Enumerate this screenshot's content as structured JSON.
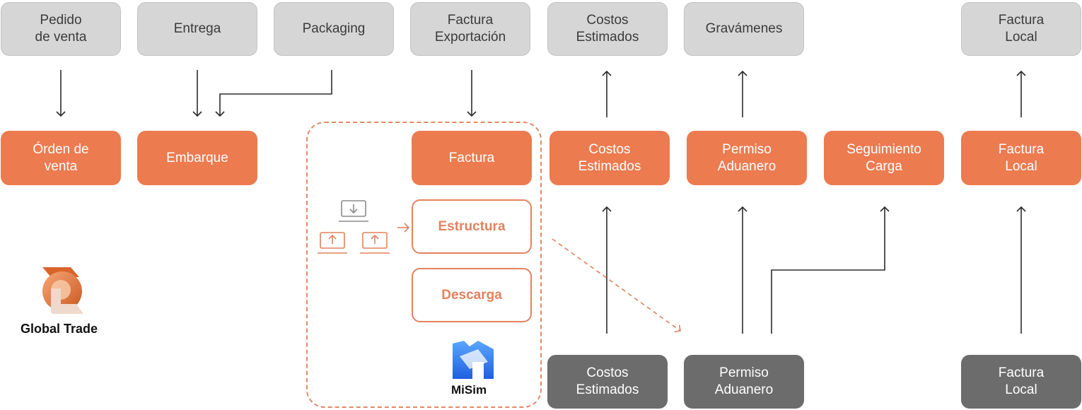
{
  "top_row": [
    {
      "id": "pedido",
      "label": "Pedido\nde venta"
    },
    {
      "id": "entrega",
      "label": "Entrega"
    },
    {
      "id": "packaging",
      "label": "Packaging"
    },
    {
      "id": "factura_exp",
      "label": "Factura\nExportación"
    },
    {
      "id": "costos_top",
      "label": "Costos\nEstimados"
    },
    {
      "id": "gravamenes",
      "label": "Gravámenes"
    },
    {
      "id": "factura_local_top",
      "label": "Factura\nLocal"
    }
  ],
  "middle_row": [
    {
      "id": "orden",
      "label": "Órden de\nventa"
    },
    {
      "id": "embarque",
      "label": "Embarque"
    },
    {
      "id": "factura",
      "label": "Factura"
    },
    {
      "id": "costos_mid",
      "label": "Costos\nEstimados"
    },
    {
      "id": "permiso_mid",
      "label": "Permiso\nAduanero"
    },
    {
      "id": "seguimiento",
      "label": "Seguimiento\nCarga"
    },
    {
      "id": "factura_local_mid",
      "label": "Factura\nLocal"
    }
  ],
  "misim_group": {
    "estructura": "Estructura",
    "descarga": "Descarga"
  },
  "bottom_row": [
    {
      "id": "costos_bot",
      "label": "Costos\nEstimados"
    },
    {
      "id": "permiso_bot",
      "label": "Permiso\nAduanero"
    },
    {
      "id": "factura_local_bot",
      "label": "Factura\nLocal"
    }
  ],
  "logos": {
    "global_trade": "Global Trade",
    "misim": "MiSim"
  },
  "colors": {
    "gray_box": "#d6d6d6",
    "orange_box": "#ec7b50",
    "outline_accent": "#e3825d",
    "dark_box": "#6c6c6c",
    "arrow": "#2b2b2b"
  }
}
